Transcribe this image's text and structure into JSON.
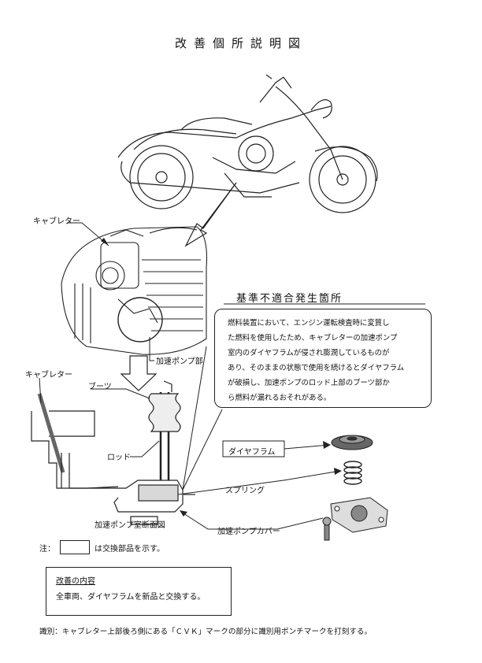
{
  "title": "改善個所説明図",
  "labels": {
    "carburetor_top": "キャブレター",
    "accel_pump_part": "加速ポンプ部",
    "carburetor_section": "キャブレター",
    "boots": "ブーツ",
    "rod": "ロッド",
    "section_caption": "加速ポンプ室断面図",
    "diaphragm": "ダイヤフラム",
    "spring": "スプリング",
    "pump_cover": "加速ポンプカバー"
  },
  "callout": {
    "title": "基準不適合発生箇所",
    "lines": [
      "燃料装置において、エンジン運転検査時に変質し",
      "た燃料を使用したため、キャブレターの加速ポンプ",
      "室内のダイヤフラムが侵され膨潤しているものが",
      "あり、そのままの状態で使用を続けるとダイヤフラム",
      "が破損し、加速ポンプのロッド上部のブーツ部か",
      "ら燃料が漏れるおそれがある。"
    ]
  },
  "note": {
    "prefix": "注：",
    "suffix": "は交換部品を示す。"
  },
  "improvement": {
    "heading": "改善の内容",
    "body": "全車両、ダイヤフラムを新品と交換する。"
  },
  "footer": "識別：キャブレター上部後ろ側にある「ＣＶＫ」マークの部分に識別用ポンチマークを打刻する。"
}
